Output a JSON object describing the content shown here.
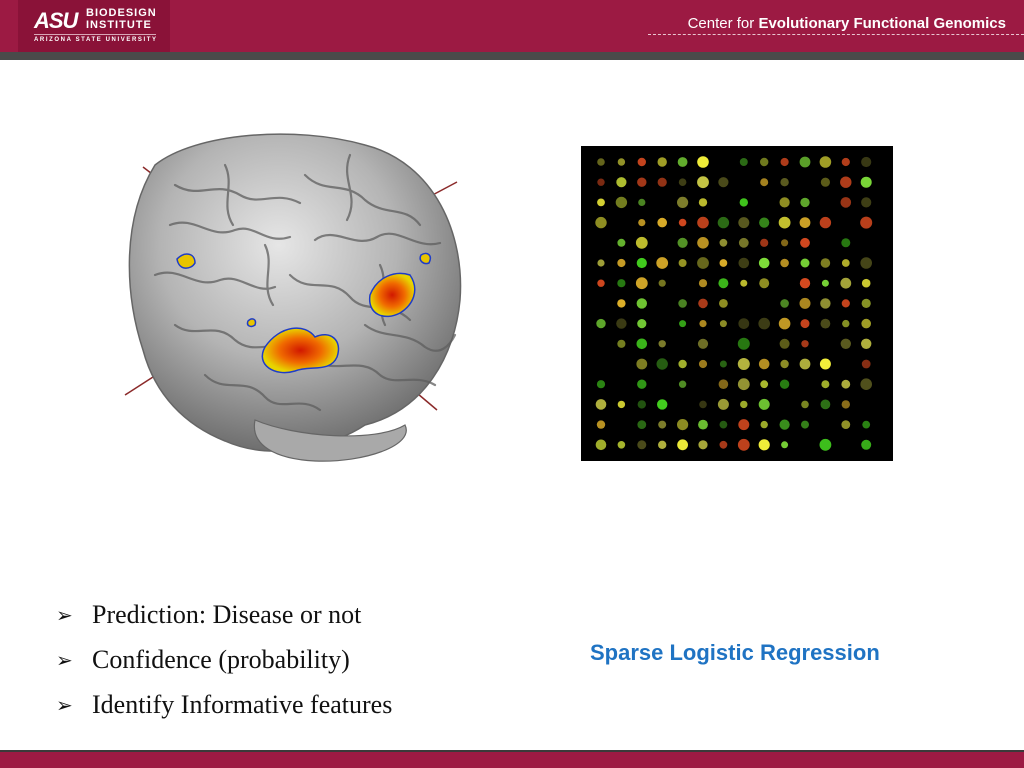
{
  "header": {
    "logo": {
      "mark": "ASU",
      "name_line1": "BIODESIGN",
      "name_line2": "INSTITUTE",
      "subline": "ARIZONA STATE UNIVERSITY"
    },
    "center_prefix": "Center for",
    "center_name": "Evolutionary Functional Genomics"
  },
  "images": {
    "brain": "brain-activation-3d-render",
    "microarray": "gene-expression-microarray"
  },
  "bullets": [
    "Prediction: Disease or not",
    "Confidence (probability)",
    "Identify Informative features"
  ],
  "caption": "Sparse Logistic Regression",
  "colors": {
    "brand": "#9c1a43",
    "caption": "#1f73c3"
  }
}
